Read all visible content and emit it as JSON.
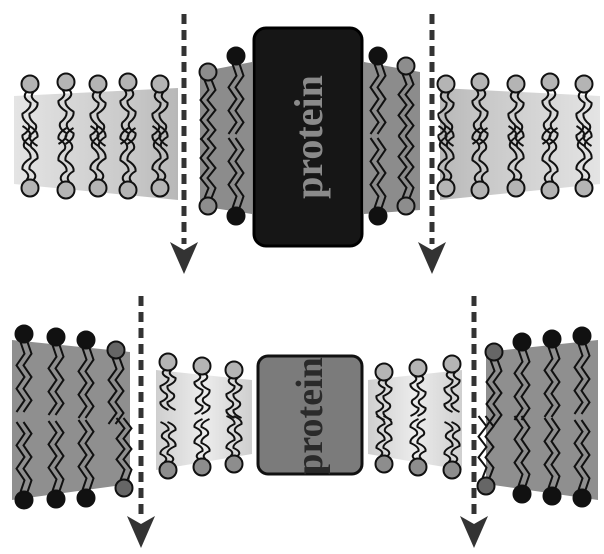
{
  "diagram": {
    "top_panel": {
      "protein_label": "protein",
      "protein_fill": "#161616",
      "protein_text_color": "#8a8a8a",
      "band_color_near_protein": "#8c8c8c",
      "band_color_far": "#cfcfcf"
    },
    "bottom_panel": {
      "protein_label": "protein",
      "protein_fill": "#7b7b7b",
      "protein_text_color": "#2a2a2a",
      "band_color_outer": "#8f8f8f",
      "band_color_inner": "#d9d9d9"
    },
    "arrow_style": "dashed-down-arrow",
    "head_colors": {
      "black": "#111111",
      "dark_gray": "#666666",
      "medium_gray": "#8d8d8d",
      "light_gray": "#b4b4b4"
    }
  }
}
